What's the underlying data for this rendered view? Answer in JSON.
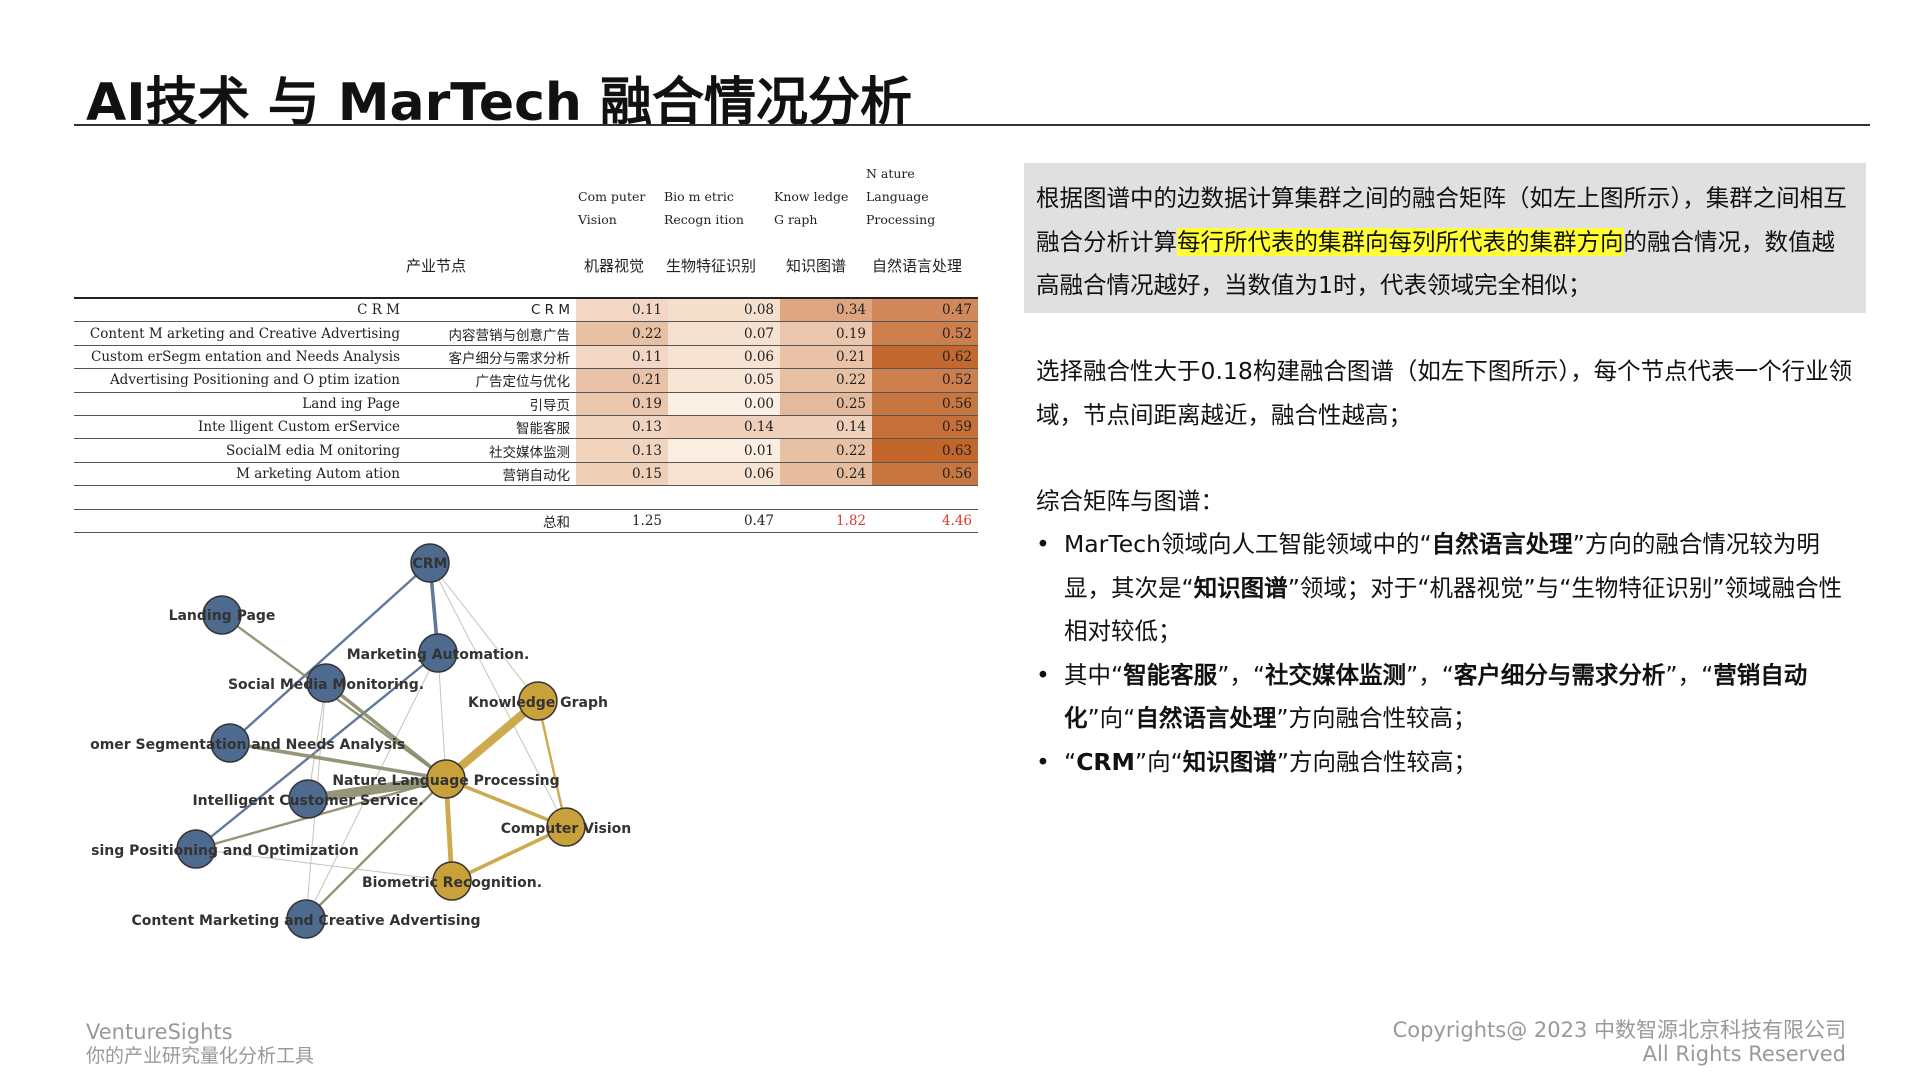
{
  "title": "AI技术 与 MarTech 融合情况分析",
  "matrix": {
    "row_header": "产业节点",
    "columns": [
      {
        "en": "Com puter\nVision",
        "cn": "机器视觉"
      },
      {
        "en": "Bio m etric\nRecogn ition",
        "cn": "生物特征识别"
      },
      {
        "en": "Know ledge\nG raph",
        "cn": "知识图谱"
      },
      {
        "en": "N ature\nLanguage\nProcessing",
        "cn": "自然语言处理"
      }
    ],
    "rows": [
      {
        "en": "C R M",
        "cn": "C R M",
        "values": [
          "0.11",
          "0.08",
          "0.34",
          "0.47"
        ]
      },
      {
        "en": "Content M arketing and Creative Advertising",
        "cn": "内容营销与创意广告",
        "values": [
          "0.22",
          "0.07",
          "0.19",
          "0.52"
        ]
      },
      {
        "en": "Custom erSegm entation and Needs Analysis",
        "cn": "客户细分与需求分析",
        "values": [
          "0.11",
          "0.06",
          "0.21",
          "0.62"
        ]
      },
      {
        "en": "Advertising Positioning and O ptim ization",
        "cn": "广告定位与优化",
        "values": [
          "0.21",
          "0.05",
          "0.22",
          "0.52"
        ]
      },
      {
        "en": "Land ing Page",
        "cn": "引导页",
        "values": [
          "0.19",
          "0.00",
          "0.25",
          "0.56"
        ]
      },
      {
        "en": "Inte lligent Custom erService",
        "cn": "智能客服",
        "values": [
          "0.13",
          "0.14",
          "0.14",
          "0.59"
        ]
      },
      {
        "en": "SocialM edia M onitoring",
        "cn": "社交媒体监测",
        "values": [
          "0.13",
          "0.01",
          "0.22",
          "0.63"
        ]
      },
      {
        "en": "M arketing Autom ation",
        "cn": "营销自动化",
        "values": [
          "0.15",
          "0.06",
          "0.24",
          "0.56"
        ]
      }
    ],
    "total_label": "总和",
    "totals": [
      "1.25",
      "0.47",
      "1.82",
      "4.46"
    ]
  },
  "chart_data": {
    "type": "network",
    "nodes": [
      {
        "id": "crm",
        "label": "CRM",
        "group": "martech"
      },
      {
        "id": "lp",
        "label": "Landing Page",
        "group": "martech"
      },
      {
        "id": "ma",
        "label": "Marketing Automation.",
        "group": "martech"
      },
      {
        "id": "smm",
        "label": "Social Media Monitoring.",
        "group": "martech"
      },
      {
        "id": "csna",
        "label": "Customer Segmentation and Needs Analysis",
        "group": "martech"
      },
      {
        "id": "ics",
        "label": "Intelligent Customer Service.",
        "group": "martech"
      },
      {
        "id": "apo",
        "label": "Advertising Positioning and Optimization",
        "group": "martech"
      },
      {
        "id": "cmca",
        "label": "Content Marketing and Creative Advertising",
        "group": "martech"
      },
      {
        "id": "kg",
        "label": "Knowledge Graph",
        "group": "ai"
      },
      {
        "id": "nlp",
        "label": "Nature Language Processing",
        "group": "ai"
      },
      {
        "id": "cv",
        "label": "Computer Vision",
        "group": "ai"
      },
      {
        "id": "br",
        "label": "Biometric Recognition.",
        "group": "ai"
      }
    ],
    "edges": [
      {
        "source": "crm",
        "target": "ma",
        "weight": 3
      },
      {
        "source": "crm",
        "target": "csna",
        "weight": 2
      },
      {
        "source": "crm",
        "target": "cv",
        "weight": 1
      },
      {
        "source": "crm",
        "target": "kg",
        "weight": 1
      },
      {
        "source": "lp",
        "target": "nlp",
        "weight": 2
      },
      {
        "source": "ma",
        "target": "apo",
        "weight": 2
      },
      {
        "source": "ma",
        "target": "nlp",
        "weight": 1
      },
      {
        "source": "ma",
        "target": "cmca",
        "weight": 1
      },
      {
        "source": "smm",
        "target": "nlp",
        "weight": 3
      },
      {
        "source": "smm",
        "target": "ics",
        "weight": 1
      },
      {
        "source": "smm",
        "target": "cmca",
        "weight": 1
      },
      {
        "source": "csna",
        "target": "nlp",
        "weight": 3
      },
      {
        "source": "ics",
        "target": "nlp",
        "weight": 8
      },
      {
        "source": "apo",
        "target": "nlp",
        "weight": 2
      },
      {
        "source": "cmca",
        "target": "nlp",
        "weight": 2
      },
      {
        "source": "kg",
        "target": "nlp",
        "weight": 7
      },
      {
        "source": "kg",
        "target": "cv",
        "weight": 2
      },
      {
        "source": "nlp",
        "target": "cv",
        "weight": 3
      },
      {
        "source": "nlp",
        "target": "br",
        "weight": 4
      },
      {
        "source": "br",
        "target": "cv",
        "weight": 3
      },
      {
        "source": "apo",
        "target": "br",
        "weight": 1
      }
    ]
  },
  "colors": {
    "martech_node": "#4f6a8f",
    "ai_node": "#c9a13b",
    "highlight": "#ffff33",
    "red_total": "#d93b2e"
  },
  "note": {
    "pre": "根据图谱中的边数据计算集群之间的融合矩阵（如左上图所示），集群之间相互融合分析计算",
    "highlight": "每行所代表的集群向每列所代表的集群方向",
    "post": "的融合情况，数值越高融合情况越好，当数值为1时，代表领域完全相似；"
  },
  "para2": "选择融合性大于0.18构建融合图谱（如左下图所示），每个节点代表一个行业领域，节点间距离越近，融合性越高；",
  "para3": "综合矩阵与图谱：",
  "bullets": {
    "b1": {
      "t1": "MarTech领域向人工智能领域中的“",
      "b1": "自然语言处理",
      "t2": "”方向的融合情况较为明显，其次是“",
      "b2": "知识图谱",
      "t3": "”领域；对于“机器视觉”与“生物特征识别”领域融合性相对较低；"
    },
    "b2": {
      "t1": "其中“",
      "b1": "智能客服",
      "t2": "”，“",
      "b2": "社交媒体监测",
      "t3": "”，“",
      "b3": "客户细分与需求分析",
      "t4": "”，“",
      "b4": "营销自动化",
      "t5": "”向“",
      "b5": "自然语言处理",
      "t6": "”方向融合性较高；"
    },
    "b3": {
      "t1": "“",
      "b1": "CRM",
      "t2": "”向“",
      "b2": "知识图谱",
      "t3": "”方向融合性较高；"
    }
  },
  "bullet_glyph": "•",
  "brand": {
    "name": "VentureSights",
    "tagline": "你的产业研究量化分析工具"
  },
  "copyright": {
    "line1": "Copyrights@ 2023 中数智源北京科技有限公司",
    "line2": "All Rights Reserved"
  }
}
